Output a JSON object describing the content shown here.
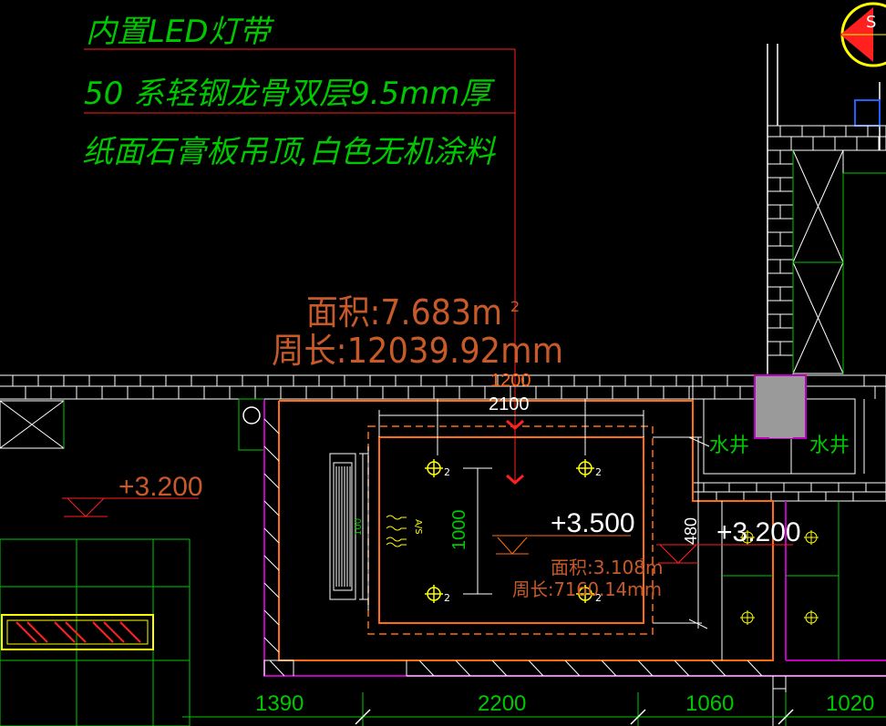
{
  "notes": {
    "line1": "内置LED灯带",
    "line2": "50 系轻钢龙骨双层9.5mm厚",
    "line3": "纸面石膏板吊顶,白色无机涂料"
  },
  "room": {
    "area": "面积:7.683m",
    "area_sup": "2",
    "perimeter": "周长:12039.92mm"
  },
  "ceiling": {
    "area": "面积:3.108m",
    "area_sup": "2",
    "perimeter": "周长:7160.14mm",
    "level": "+3.500"
  },
  "levels": {
    "left": "+3.200",
    "right": "+3.200"
  },
  "dims": {
    "top_1200": "1200",
    "top_2100": "2100",
    "vertical_1000": "1000",
    "small_480": "480",
    "ac_100": "100",
    "ac_label": "A/S",
    "bottom": [
      "1390",
      "2200",
      "1060",
      "1020"
    ]
  },
  "shafts": {
    "left": "水井",
    "right": "水井"
  },
  "lights": {
    "tag": "2"
  },
  "section_tag": "S",
  "colors": {
    "bg": "#000000",
    "white": "#ffffff",
    "green": "#00c800",
    "orange": "#ff6a13",
    "red": "#ff2020",
    "magenta": "#c000c0",
    "yellow": "#ffff00",
    "cad_text": "#c85a2a",
    "blue": "#2060ff"
  }
}
